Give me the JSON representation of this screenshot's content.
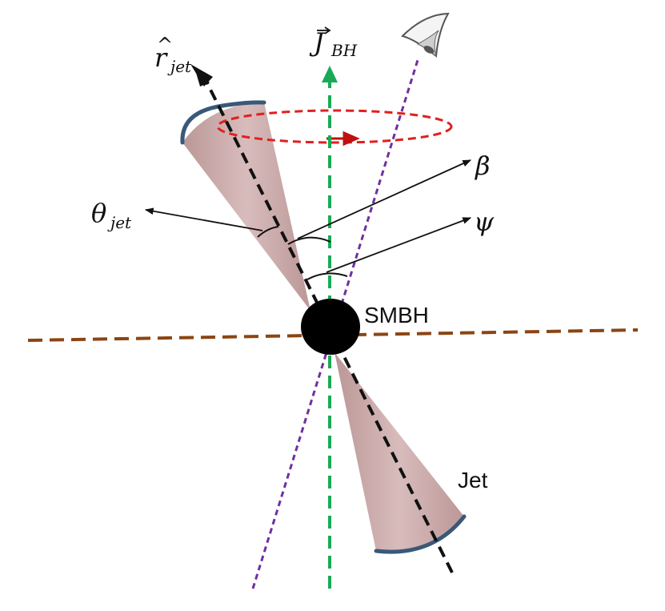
{
  "labels": {
    "r_jet_main": "r",
    "r_jet_hat": "^",
    "r_jet_sub": "jet",
    "j_bh_main": "J",
    "j_bh_arrow": "⃗",
    "j_bh_sub": "BH",
    "theta_main": "θ",
    "theta_sub": "jet",
    "beta": "β",
    "psi": "ψ",
    "smbh": "SMBH",
    "jet": "Jet"
  },
  "colors": {
    "equator": "#8B4513",
    "spin_axis": "#1aaa55",
    "line_of_sight": "#7030a0",
    "jet_axis": "#111111",
    "precession": "#e02020",
    "cone_fill": "#c9a7a7",
    "cone_rim": "#3a5878",
    "black_hole": "#000000"
  },
  "icons": {
    "observer": "eye-icon"
  }
}
